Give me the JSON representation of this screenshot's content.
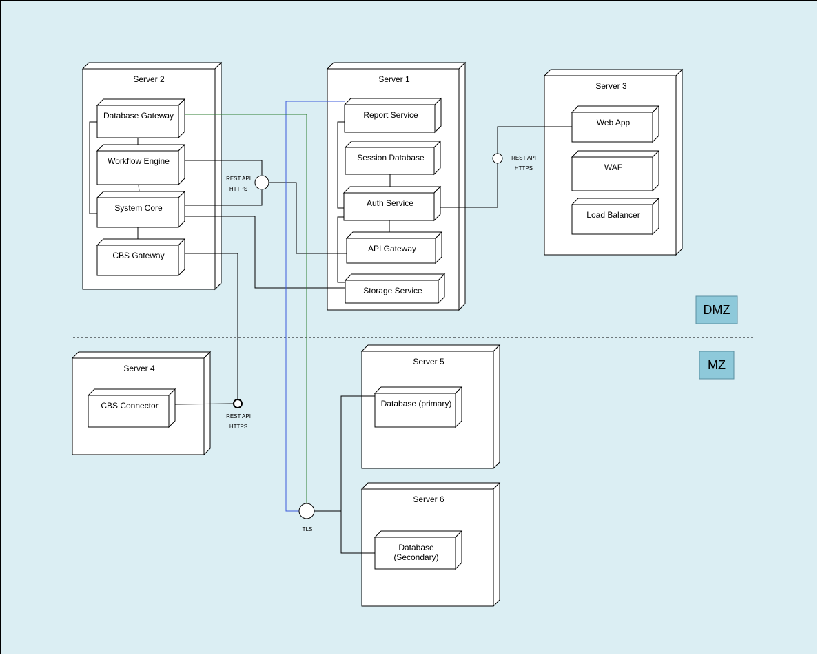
{
  "colors": {
    "background": "#dbeef3",
    "zone_badge": "#8ec9da",
    "tls_blue": "#3b5bdb",
    "tls_green": "#2e7d32",
    "line": "#000000"
  },
  "zones": {
    "dmz": "DMZ",
    "mz": "MZ"
  },
  "nodes": {
    "server1": "Server 1",
    "server2": "Server 2",
    "server3": "Server 3",
    "server4": "Server 4",
    "server5": "Server 5",
    "server6": "Server 6"
  },
  "components": {
    "database_gateway": "Database Gateway",
    "workflow_engine": "Workflow Engine",
    "system_core": "System Core",
    "cbs_gateway": "CBS Gateway",
    "report_service": "Report Service",
    "session_database": "Session Database",
    "auth_service": "Auth Service",
    "api_gateway": "API Gateway",
    "storage_service": "Storage Service",
    "web_app": "Web App",
    "waf": "WAF",
    "load_balancer": "Load Balancer",
    "cbs_connector": "CBS Connector",
    "database_primary": "Database (primary)",
    "database_secondary_line1": "Database",
    "database_secondary_line2": "(Secondary)"
  },
  "interfaces": {
    "rest_api": "REST API",
    "https": "HTTPS",
    "tls": "TLS"
  }
}
